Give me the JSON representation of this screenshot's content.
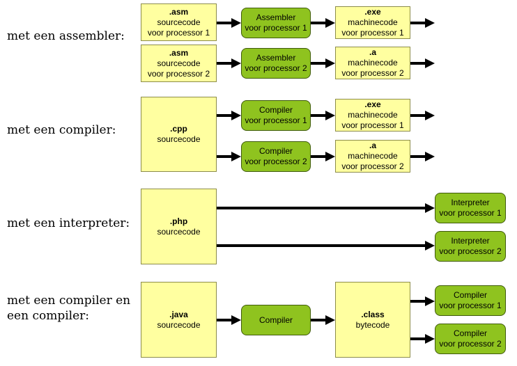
{
  "rows": {
    "assembler": {
      "label": "met een assembler:"
    },
    "compiler": {
      "label": "met een compiler:"
    },
    "interpreter": {
      "label": "met een interpreter:"
    },
    "compiler_compiler": {
      "label_line1": "met een compiler en",
      "label_line2": "een compiler:"
    }
  },
  "boxes": {
    "asm1": {
      "ext": ".asm",
      "line1": "sourcecode",
      "line2": "voor processor 1"
    },
    "asm2": {
      "ext": ".asm",
      "line1": "sourcecode",
      "line2": "voor processor 2"
    },
    "assembler1": {
      "line1": "Assembler",
      "line2": "voor processor 1"
    },
    "assembler2": {
      "line1": "Assembler",
      "line2": "voor processor 2"
    },
    "exe1": {
      "ext": ".exe",
      "line1": "machinecode",
      "line2": "voor processor 1"
    },
    "a1": {
      "ext": ".a",
      "line1": "machinecode",
      "line2": "voor processor 2"
    },
    "cpp": {
      "ext": ".cpp",
      "line1": "sourcecode"
    },
    "compilerp1": {
      "line1": "Compiler",
      "line2": "voor processor 1"
    },
    "compilerp2": {
      "line1": "Compiler",
      "line2": "voor processor 2"
    },
    "exe2": {
      "ext": ".exe",
      "line1": "machinecode",
      "line2": "voor processor 1"
    },
    "a2": {
      "ext": ".a",
      "line1": "machinecode",
      "line2": "voor processor 2"
    },
    "php": {
      "ext": ".php",
      "line1": "sourcecode"
    },
    "interp1": {
      "line1": "Interpreter",
      "line2": "voor processor 1"
    },
    "interp2": {
      "line1": "Interpreter",
      "line2": "voor processor 2"
    },
    "java": {
      "ext": ".java",
      "line1": "sourcecode"
    },
    "compiler": {
      "line1": "Compiler"
    },
    "class": {
      "ext": ".class",
      "line1": "bytecode"
    },
    "compiler_out1": {
      "line1": "Compiler",
      "line2": "voor processor 1"
    },
    "compiler_out2": {
      "line1": "Compiler",
      "line2": "voor processor 2"
    }
  }
}
